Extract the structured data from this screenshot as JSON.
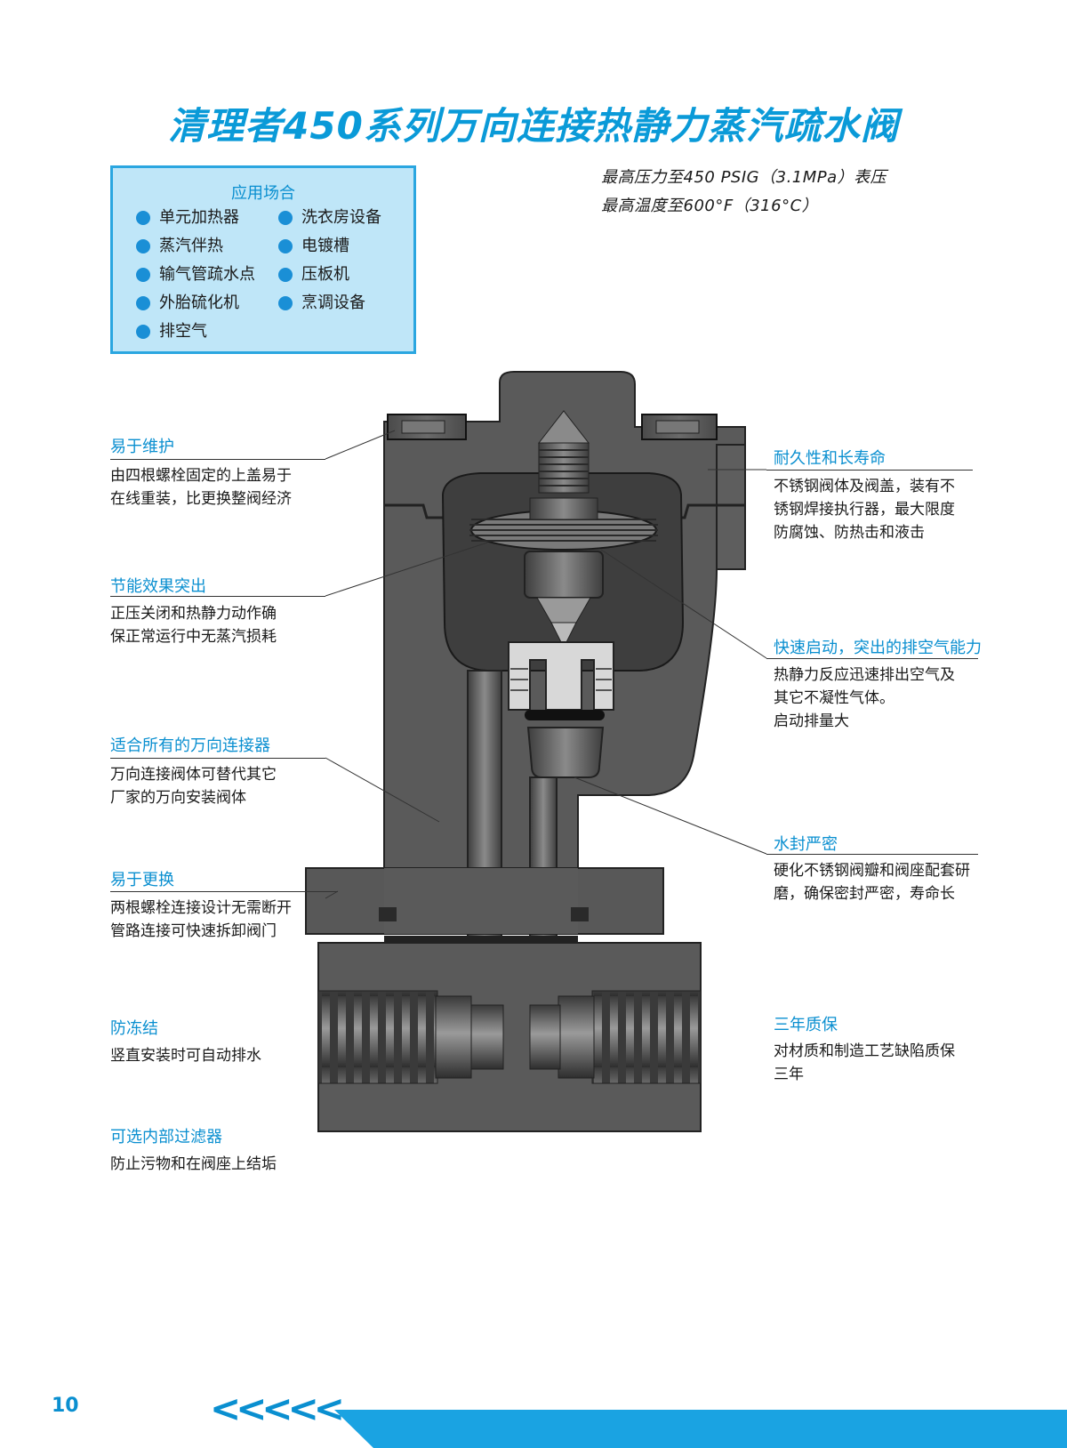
{
  "title": "清理者450系列万向连接热静力蒸汽疏水阀",
  "applications": {
    "heading": "应用场合",
    "left": [
      "单元加热器",
      "蒸汽伴热",
      "输气管疏水点",
      "外胎硫化机",
      "排空气"
    ],
    "right": [
      "洗衣房设备",
      "电镀槽",
      "压板机",
      "烹调设备"
    ]
  },
  "specs": {
    "pressure": "最高压力至450 PSIG（3.1MPa）表压",
    "temperature": "最高温度至600°F（316°C）"
  },
  "callouts": {
    "maintenance": {
      "title": "易于维护",
      "lines": [
        "由四根螺栓固定的上盖易于",
        "在线重装，比更换整阀经济"
      ]
    },
    "energy": {
      "title": "节能效果突出",
      "lines": [
        "正压关闭和热静力动作确",
        "保正常运行中无蒸汽损耗"
      ]
    },
    "universal": {
      "title": "适合所有的万向连接器",
      "lines": [
        "万向连接阀体可替代其它",
        "厂家的万向安装阀体"
      ]
    },
    "replace": {
      "title": "易于更换",
      "lines": [
        "两根螺栓连接设计无需断开",
        "管路连接可快速拆卸阀门"
      ]
    },
    "freeze": {
      "title": "防冻结",
      "lines": [
        "竖直安装时可自动排水"
      ]
    },
    "filter": {
      "title": "可选内部过滤器",
      "lines": [
        "防止污物和在阀座上结垢"
      ]
    },
    "durability": {
      "title": "耐久性和长寿命",
      "lines": [
        "不锈钢阀体及阀盖，装有不",
        "锈钢焊接执行器，最大限度",
        "防腐蚀、防热击和液击"
      ]
    },
    "quickstart": {
      "title": "快速启动，突出的排空气能力",
      "lines": [
        "热静力反应迅速排出空气及",
        "其它不凝性气体。",
        "启动排量大"
      ]
    },
    "seal": {
      "title": "水封严密",
      "lines": [
        "硬化不锈钢阀瓣和阀座配套研",
        "磨，确保密封严密，寿命长"
      ]
    },
    "warranty": {
      "title": "三年质保",
      "lines": [
        "对材质和制造工艺缺陷质保",
        "三年"
      ]
    }
  },
  "footer": {
    "page_number": "10",
    "arrows": "<<<<<"
  },
  "colors": {
    "accent": "#0a9ad8",
    "box_fill": "#bfe6f8",
    "metal": "#5a5a5a"
  }
}
